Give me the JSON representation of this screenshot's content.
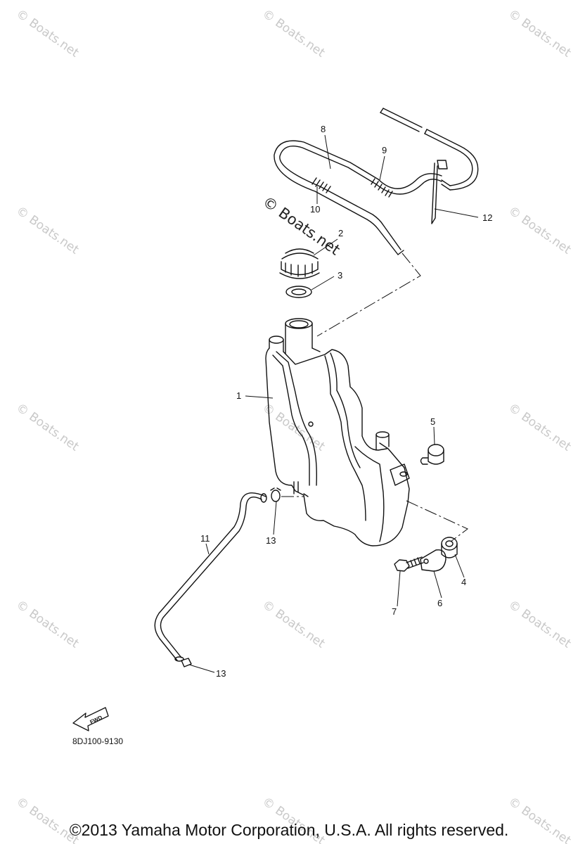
{
  "watermark": {
    "text": "© Boats.net"
  },
  "parts": {
    "p1": "1",
    "p2": "2",
    "p3": "3",
    "p4": "4",
    "p5": "5",
    "p6": "6",
    "p7": "7",
    "p8": "8",
    "p9": "9",
    "p10": "10",
    "p11": "11",
    "p12": "12",
    "p13a": "13",
    "p13b": "13"
  },
  "fwd_label": "FWD",
  "diagram_code": "8DJ100-9130",
  "copyright": "©2013 Yamaha Motor Corporation, U.S.A. All rights reserved."
}
